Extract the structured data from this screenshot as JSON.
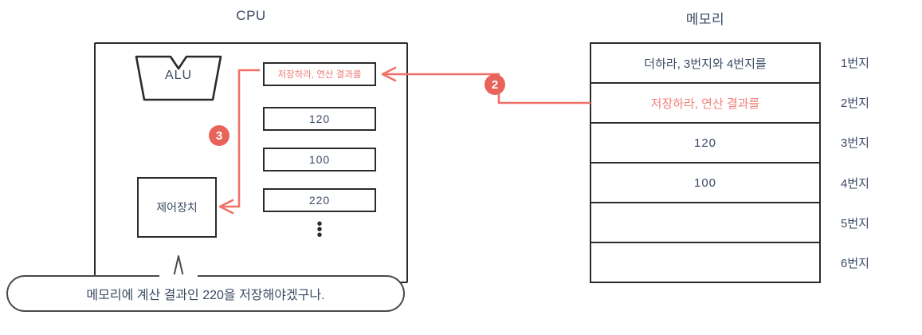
{
  "diagram": {
    "title_cpu": "CPU",
    "title_memory": "메모리",
    "accent_red": "#e8645a",
    "text_blue": "#3a4a63",
    "ink_black": "#2b2b2b"
  },
  "cpu": {
    "alu_label": "ALU",
    "control_unit_label": "제어장치",
    "registers": [
      {
        "value": "저장하라, 연산 결과를",
        "red": true
      },
      {
        "value": "120",
        "red": false
      },
      {
        "value": "100",
        "red": false
      },
      {
        "value": "220",
        "red": false
      }
    ],
    "ellipsis": "⋮"
  },
  "memory": {
    "rows": [
      {
        "value": "더하라, 3번지와 4번지를",
        "address": "1번지",
        "red": false
      },
      {
        "value": "저장하라, 연산 결과를",
        "address": "2번지",
        "red": true
      },
      {
        "value": "120",
        "address": "3번지",
        "red": false
      },
      {
        "value": "100",
        "address": "4번지",
        "red": false
      },
      {
        "value": "",
        "address": "5번지",
        "red": false
      },
      {
        "value": "",
        "address": "6번지",
        "red": false
      }
    ]
  },
  "steps": [
    {
      "number": "2",
      "description": "memory-to-register-fetch"
    },
    {
      "number": "3",
      "description": "register-to-control-unit-decode"
    }
  ],
  "speech_bubble": {
    "text": "메모리에 계산 결과인 220을 저장해야겠구나."
  }
}
